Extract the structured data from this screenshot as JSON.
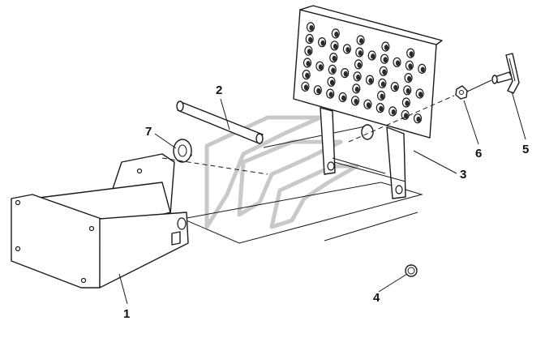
{
  "diagram": {
    "callouts": [
      {
        "id": "1",
        "part": "mounting-bracket"
      },
      {
        "id": "2",
        "part": "pivot-pin"
      },
      {
        "id": "3",
        "part": "step-plate"
      },
      {
        "id": "4",
        "part": "snap-ring"
      },
      {
        "id": "5",
        "part": "clip-pin"
      },
      {
        "id": "6",
        "part": "nut"
      },
      {
        "id": "7",
        "part": "bushing"
      }
    ]
  }
}
